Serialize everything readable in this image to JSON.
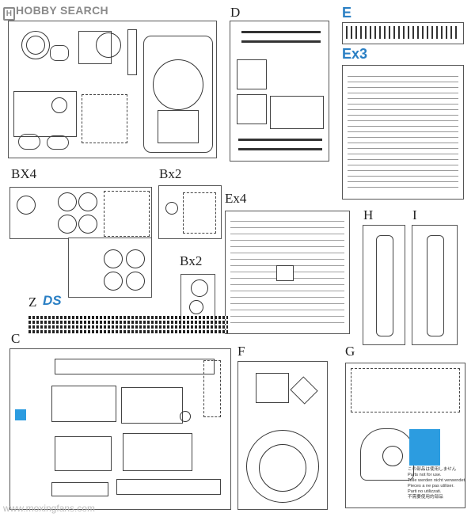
{
  "logo": {
    "text": "HOBBY SEARCH",
    "icon": "H"
  },
  "labels": {
    "D": "D",
    "E": "E",
    "Ex3": "Ex3",
    "BX4": "BX4",
    "Bx2_top": "Bx2",
    "Bx2_bottom": "Bx2",
    "Ex4": "Ex4",
    "H": "H",
    "I": "I",
    "Z": "Z",
    "C": "C",
    "F": "F",
    "G": "G"
  },
  "zds_logo": "DS",
  "notice": {
    "line1": "この部品は使用しません",
    "line2": "Parts not for use.",
    "line3": "Teile werden nicht verwendet.",
    "line4": "Pieces a ne pas utiliser.",
    "line5": "Parti no utilizzati.",
    "line6": "不需要使用的部品"
  },
  "watermark": "www.moxingfans.com",
  "accent_color": "#2c9ce0"
}
